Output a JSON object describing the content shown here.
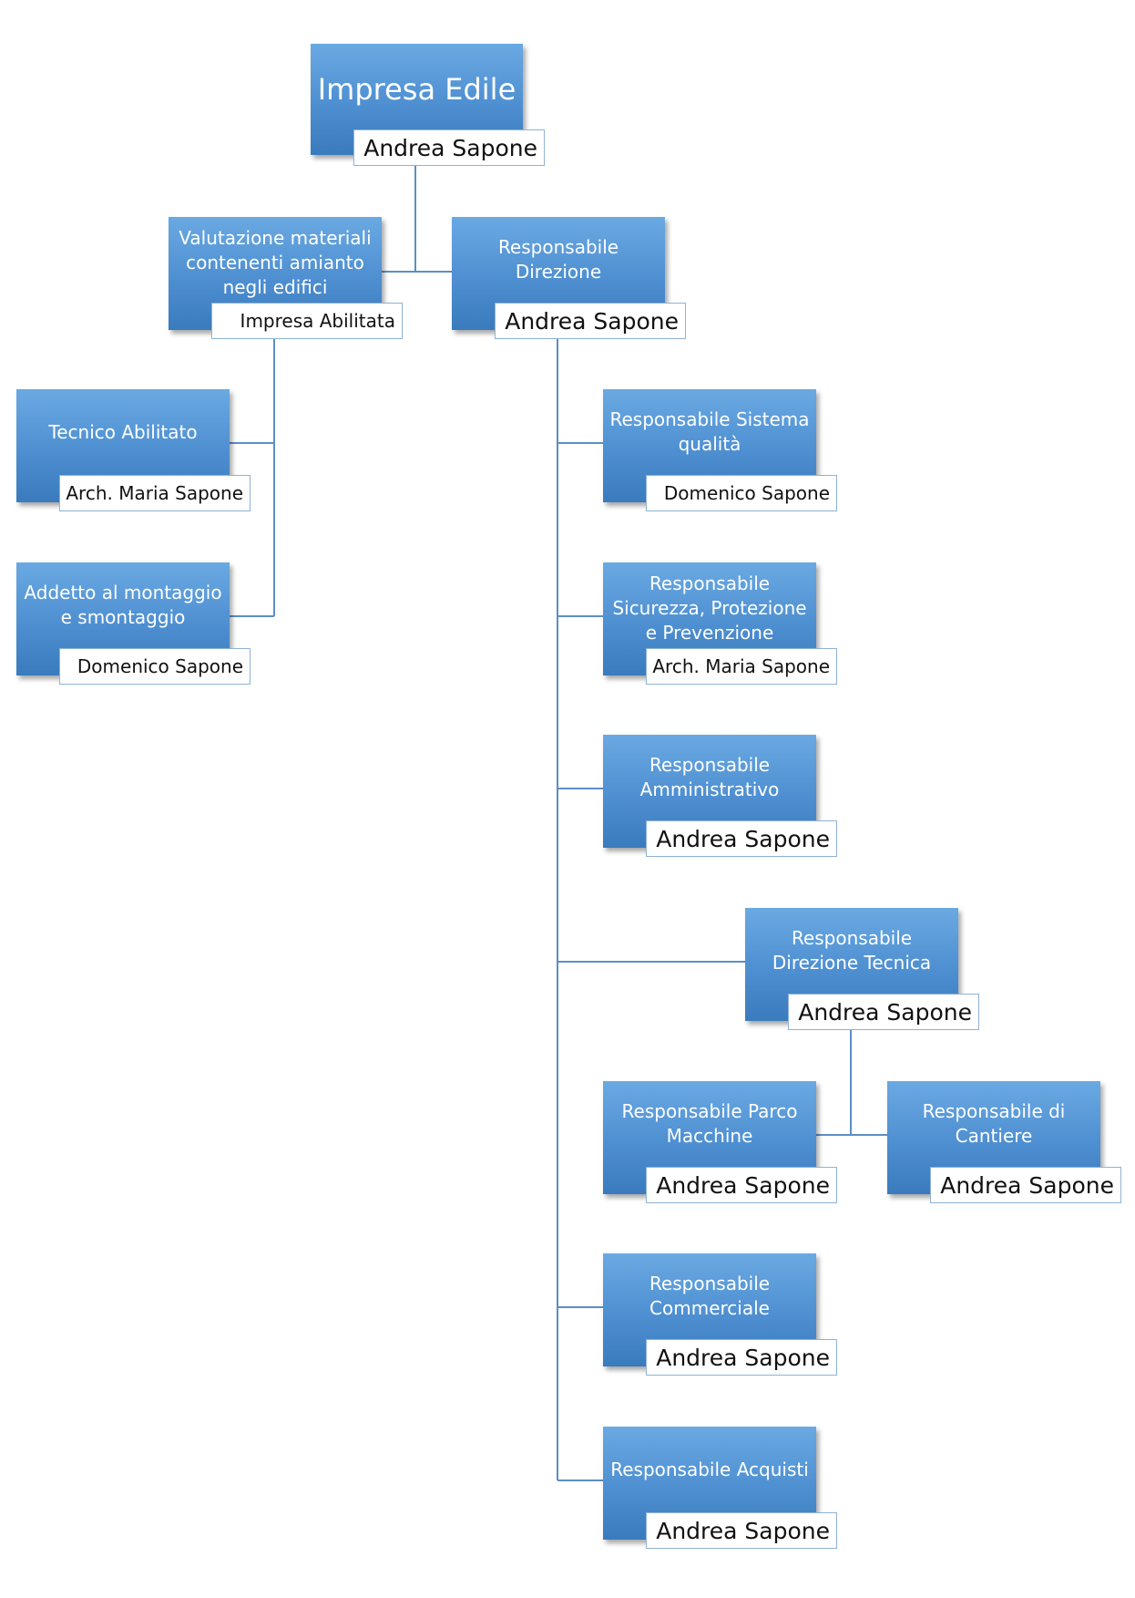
{
  "root": {
    "title": "Impresa Edile",
    "person": "Andrea Sapone"
  },
  "left": {
    "head": {
      "title": "Valutazione materiali contenenti amianto negli edifici",
      "person": "Impresa Abilitata"
    },
    "children": [
      {
        "title": "Tecnico Abilitato",
        "person": "Arch. Maria Sapone"
      },
      {
        "title": "Addetto al montaggio e smontaggio",
        "person": "Domenico Sapone"
      }
    ]
  },
  "direzione": {
    "head": {
      "title": "Responsabile Direzione",
      "person": "Andrea Sapone"
    },
    "children": [
      {
        "title": "Responsabile Sistema qualità",
        "person": "Domenico Sapone"
      },
      {
        "title": "Responsabile Sicurezza, Protezione e Prevenzione",
        "person": "Arch. Maria Sapone"
      },
      {
        "title": "Responsabile Amministrativo",
        "person": "Andrea Sapone"
      },
      {
        "title": "Responsabile Direzione Tecnica",
        "person": "Andrea Sapone"
      },
      {
        "title": "Responsabile Commerciale",
        "person": "Andrea Sapone"
      },
      {
        "title": "Responsabile Acquisti",
        "person": "Andrea Sapone"
      }
    ]
  },
  "tecnica": {
    "children": [
      {
        "title": "Responsabile Parco Macchine",
        "person": "Andrea Sapone"
      },
      {
        "title": "Responsabile di Cantiere",
        "person": "Andrea Sapone"
      }
    ]
  },
  "colors": {
    "box": "#4e8fd1",
    "line": "#5b8fc6",
    "border": "#8fb2d6"
  }
}
